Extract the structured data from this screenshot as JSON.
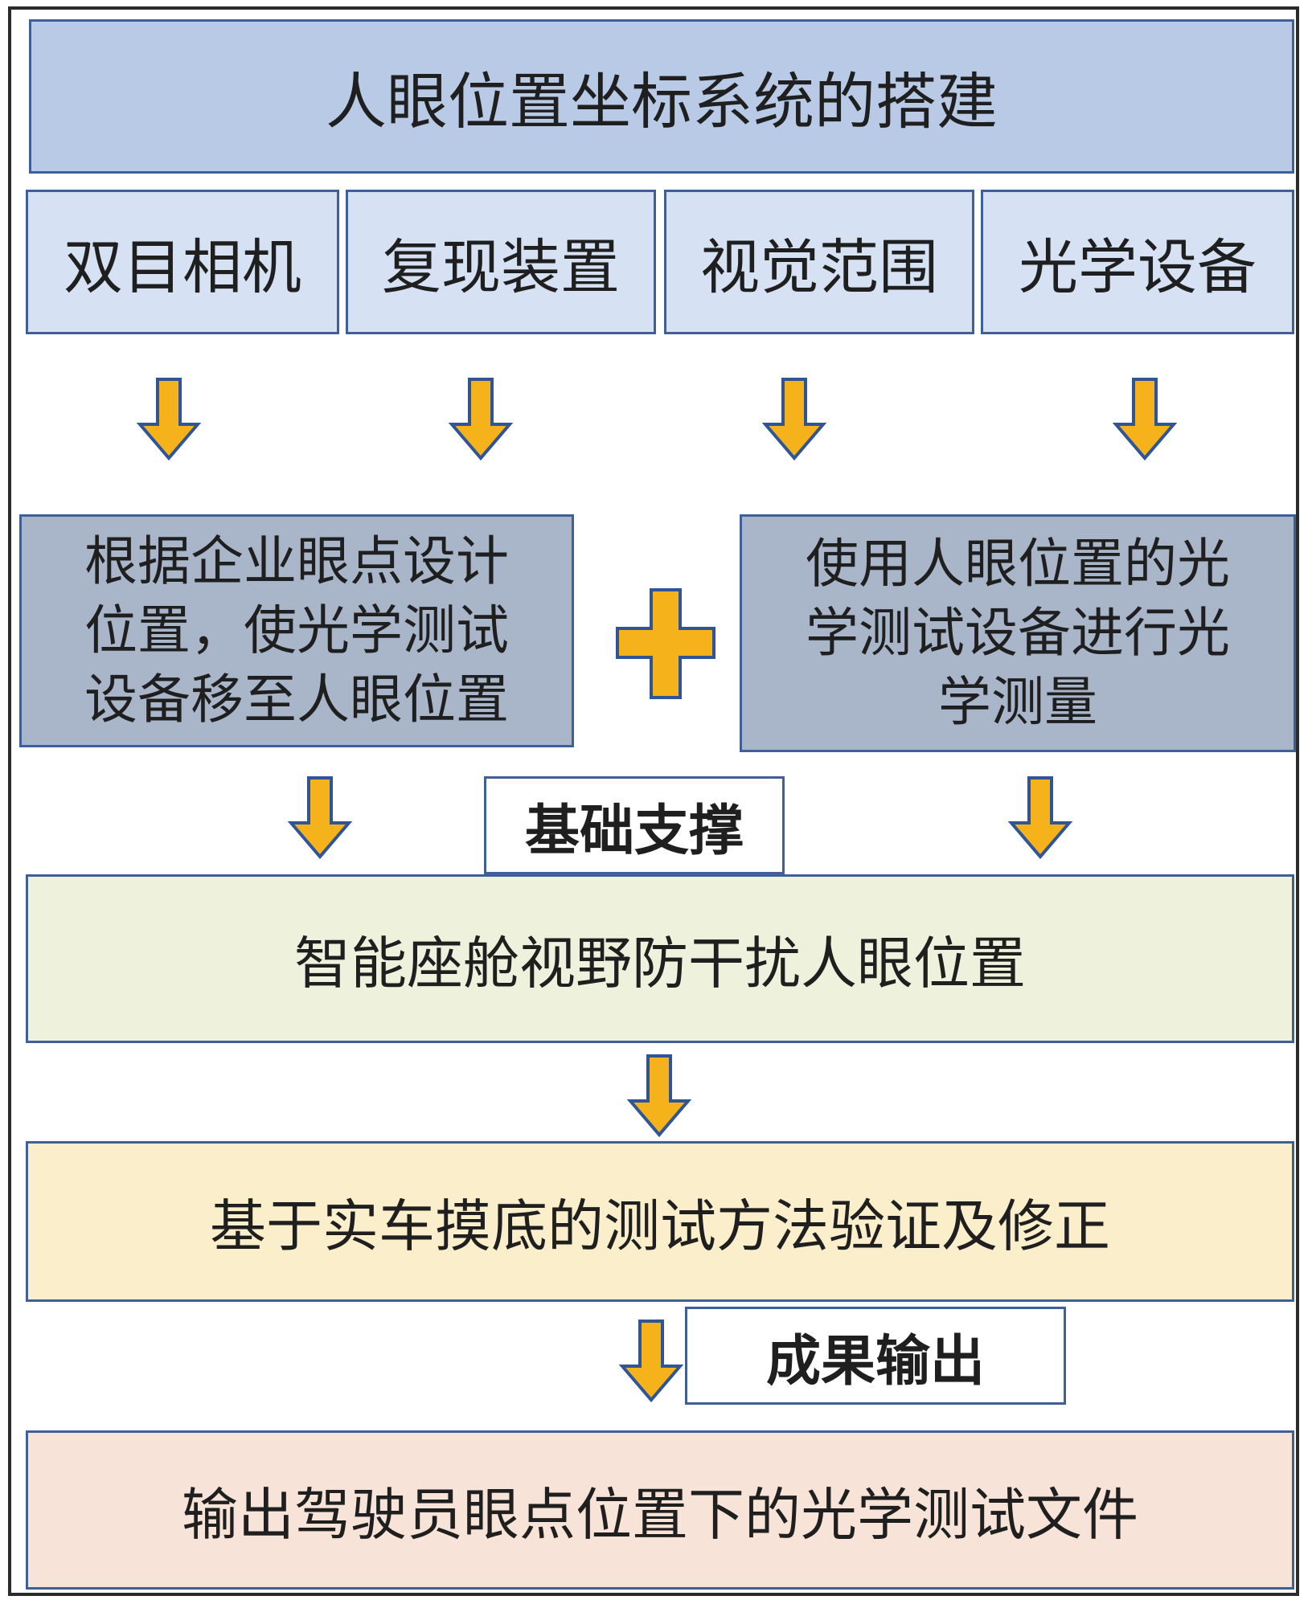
{
  "title": "人眼位置坐标系统的搭建",
  "components": [
    "双目相机",
    "复现装置",
    "视觉范围",
    "光学设备"
  ],
  "process_left": [
    "根据企业眼点设计",
    "位置，使光学测试",
    "设备移至人眼位置"
  ],
  "process_right": [
    "使用人眼位置的光",
    "学测试设备进行光",
    "学测量"
  ],
  "label_support": "基础支撑",
  "stage_interference": "智能座舱视野防干扰人眼位置",
  "stage_validation": "基于实车摸底的测试方法验证及修正",
  "label_output": "成果输出",
  "stage_output": "输出驾驶员眼点位置下的光学测试文件",
  "colors": {
    "arrow_fill": "#f5b21b",
    "arrow_stroke": "#2f5597",
    "title_fill": "#b8cae6",
    "component_fill": "#d6e2f3",
    "process_fill": "#a9b5c8",
    "interference_fill": "#eef2dc",
    "validation_fill": "#fbeecb",
    "output_fill": "#f7e3d8",
    "border": "#3f5f99"
  }
}
